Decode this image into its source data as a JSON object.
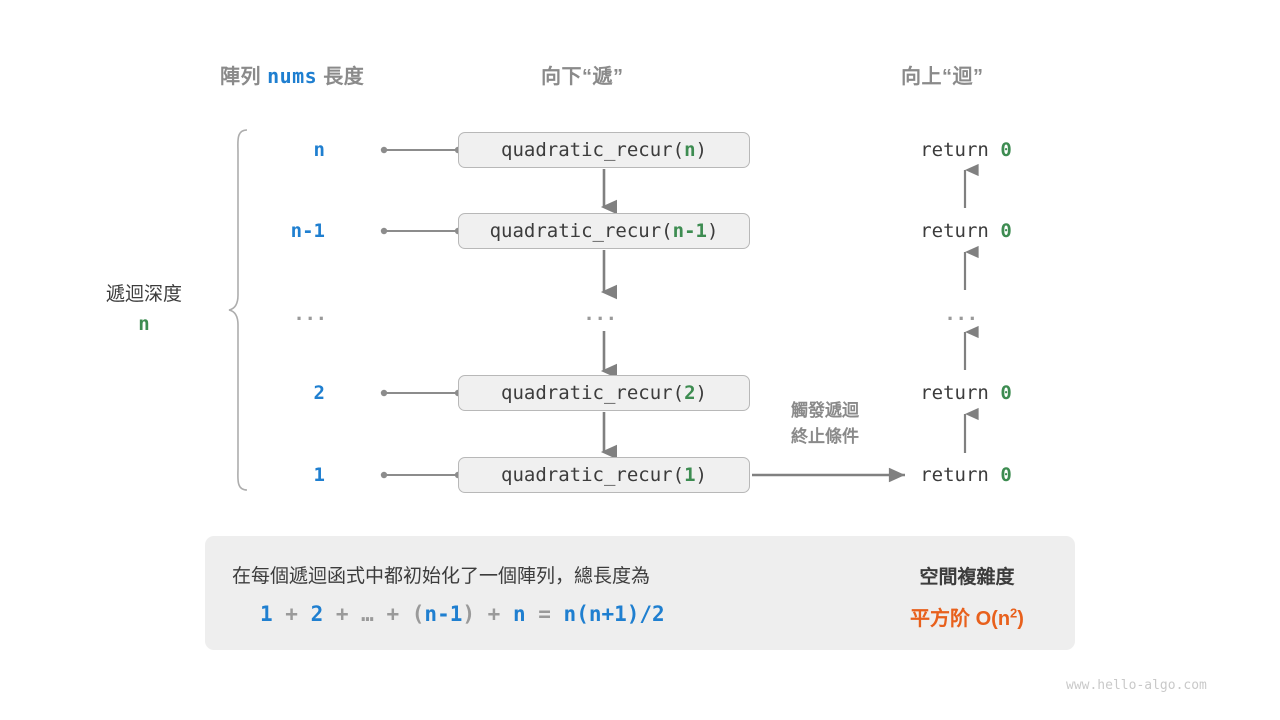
{
  "columns": {
    "left_prefix": "陣列",
    "left_code": "nums",
    "left_suffix": "長度",
    "middle": "向下“遞”",
    "right": "向上“迴”"
  },
  "depth": {
    "label": "遞迴深度",
    "value": "n"
  },
  "rows": [
    {
      "size": "n",
      "fn_prefix": "quadratic_recur(",
      "fn_arg": "n",
      "fn_suffix": ")",
      "ret_prefix": "return ",
      "ret_value": "0"
    },
    {
      "size": "n-1",
      "fn_prefix": "quadratic_recur(",
      "fn_arg": "n-1",
      "fn_suffix": ")",
      "ret_prefix": "return ",
      "ret_value": "0"
    },
    {
      "size": "...",
      "fn_prefix": "...",
      "fn_arg": "",
      "fn_suffix": "",
      "ret_prefix": "...",
      "ret_value": ""
    },
    {
      "size": "2",
      "fn_prefix": "quadratic_recur(",
      "fn_arg": "2",
      "fn_suffix": ")",
      "ret_prefix": "return ",
      "ret_value": "0"
    },
    {
      "size": "1",
      "fn_prefix": "quadratic_recur(",
      "fn_arg": "1",
      "fn_suffix": ")",
      "ret_prefix": "return ",
      "ret_value": "0"
    }
  ],
  "note": {
    "line1": "觸發遞迴",
    "line2": "終止條件"
  },
  "summary": {
    "text": "在每個遞迴函式中都初始化了一個陣列，總長度為",
    "formula": [
      {
        "t": "1",
        "blue": true
      },
      {
        "t": " + ",
        "blue": false
      },
      {
        "t": "2",
        "blue": true
      },
      {
        "t": " + … + ",
        "blue": false
      },
      {
        "t": "(",
        "blue": false
      },
      {
        "t": "n-1",
        "blue": true
      },
      {
        "t": ")",
        "blue": false
      },
      {
        "t": " + ",
        "blue": false
      },
      {
        "t": "n",
        "blue": true
      },
      {
        "t": " = ",
        "blue": false
      },
      {
        "t": "n(n+1)/2",
        "blue": true
      }
    ],
    "complexity_title": "空間複雜度",
    "complexity_base": "平方阶  O(n",
    "complexity_exp": "2",
    "complexity_tail": ")"
  },
  "footer": "www.hello-algo.com",
  "colors": {
    "blue": "#1f7fd0",
    "green": "#3d8c51",
    "orange": "#e8601c",
    "gray_text": "#8a8a8a",
    "dark_text": "#3c3c3c",
    "box_fill": "#f0f0f0",
    "panel_fill": "#eeeeee",
    "line": "#808080"
  }
}
